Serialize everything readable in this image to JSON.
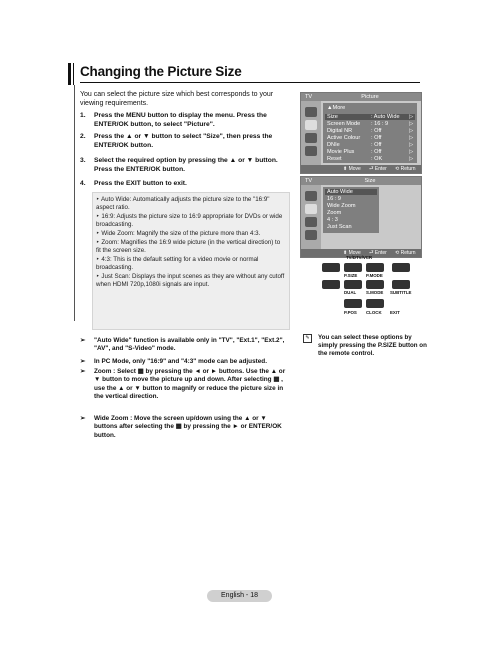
{
  "heading": "Changing the Picture Size",
  "intro": "You can select the picture size which best corresponds to your viewing requirements.",
  "steps": [
    {
      "num": "1.",
      "text": "Press the MENU button to display the menu. Press the ENTER/OK button, to select \"Picture\"."
    },
    {
      "num": "2.",
      "text": "Press the ▲ or ▼ button to select \"Size\", then press the ENTER/OK button."
    },
    {
      "num": "3.",
      "text": "Select the required option by pressing the ▲ or ▼ button. Press the ENTER/OK button."
    },
    {
      "num": "4.",
      "text": "Press the EXIT button to exit."
    }
  ],
  "options": [
    "Auto Wide: Automatically adjusts the picture size to the \"16:9\" aspect ratio.",
    "16:9: Adjusts the picture size to 16:9 appropriate for DVDs or wide broadcasting.",
    "Wide Zoom: Magnify the size of the picture more than 4:3.",
    "Zoom: Magnifies the 16:9 wide picture (in the vertical direction) to fit the screen size.",
    "4:3: This is the default setting for a video movie or normal broadcasting.",
    "Just Scan: Displays the input scenes as they are without any cutoff when HDMI 720p,1080i signals are input."
  ],
  "notes": [
    {
      "arrow": "➢",
      "text": "\"Auto Wide\" function is available only in \"TV\", \"Ext.1\", \"Ext.2\", \"AV\", and \"S-Video\" mode."
    },
    {
      "arrow": "➢",
      "text": "In PC Mode, only \"16:9\" and \"4:3\" mode can be adjusted."
    },
    {
      "arrow": "➢",
      "text": "Zoom : Select ▦ by pressing the ◄ or ► buttons. Use the ▲ or ▼ button to move the picture up and down. After selecting ▦ , use the ▲ or ▼ button to magnify or reduce the picture size in the vertical direction."
    },
    {
      "arrow": "➢",
      "text": "Wide Zoom : Move the screen up/down using the ▲ or ▼ buttons after selecting the ▦ by pressing the ► or ENTER/OK button."
    }
  ],
  "menu_picture": {
    "tv_label": "TV",
    "title": "Picture",
    "more": "▲More",
    "rows": [
      {
        "label": "Size",
        "value": ": Auto Wide",
        "chev": "▷"
      },
      {
        "label": "Screen Mode",
        "value": ": 16 : 9",
        "chev": "▷"
      },
      {
        "label": "Digital NR",
        "value": ": Off",
        "chev": "▷"
      },
      {
        "label": "Active Colour",
        "value": ": Off",
        "chev": "▷"
      },
      {
        "label": "DNIe",
        "value": ": Off",
        "chev": "▷"
      },
      {
        "label": "Movie Plus",
        "value": ": Off",
        "chev": "▷"
      },
      {
        "label": "Reset",
        "value": ": OK",
        "chev": "▷"
      }
    ],
    "foot": {
      "move": "⬍ Move",
      "enter": "⮐ Enter",
      "return": "⟲ Return"
    }
  },
  "menu_size": {
    "tv_label": "TV",
    "title": "Size",
    "items": [
      "Auto Wide",
      "16 : 9",
      "Wide Zoom",
      "Zoom",
      "4 : 3",
      "Just Scan"
    ],
    "foot": {
      "move": "⬍ Move",
      "enter": "⮐ Enter",
      "return": "⟲ Return"
    }
  },
  "remote": {
    "labels": [
      "TV/DTV/VCR",
      "P.SIZE",
      "P.MODE",
      "DUAL",
      "S.MODE",
      "SUBTITLE",
      "P.POS",
      "CLOCK",
      "EXIT"
    ]
  },
  "tip": {
    "icon": "✎",
    "text": "You can select these options by simply pressing the P.SIZE button on the remote control."
  },
  "footer": "English - 18"
}
